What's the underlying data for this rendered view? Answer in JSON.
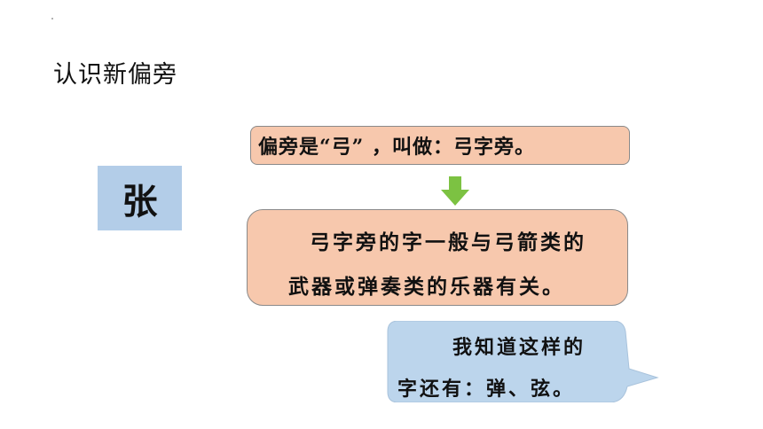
{
  "title": "认识新偏旁",
  "character": "张",
  "box1_text": "偏旁是“弓” ，叫做：弓字旁。",
  "box2_lines": [
    "弓字旁的字一般与弓箭类的",
    "武器或弹奏类的乐器有关。"
  ],
  "bubble_lines": [
    "我知道这样的",
    "字还有：弹、弦。"
  ],
  "colors": {
    "card": "#b3cde8",
    "box": "#f7c8ad",
    "arrow": "#7cc242",
    "bubble": "#bcd5ec"
  },
  "icons": {
    "arrow": "arrow-down-icon"
  }
}
